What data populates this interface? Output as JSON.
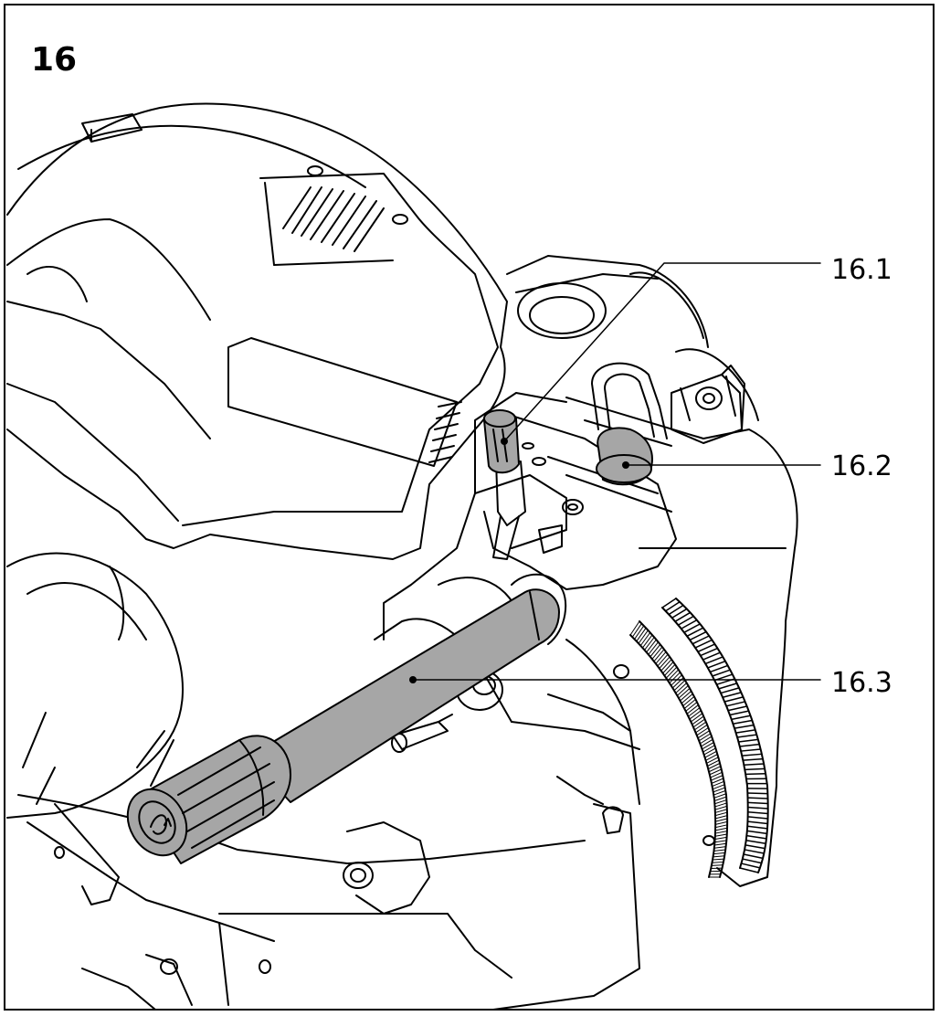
{
  "figure": {
    "number": "16",
    "callouts": [
      {
        "id": "16.1",
        "label": "16.1"
      },
      {
        "id": "16.2",
        "label": "16.2"
      },
      {
        "id": "16.3",
        "label": "16.3"
      }
    ],
    "colors": {
      "line": "#000000",
      "shaded_part": "#a6a6a6",
      "background": "#ffffff"
    }
  }
}
